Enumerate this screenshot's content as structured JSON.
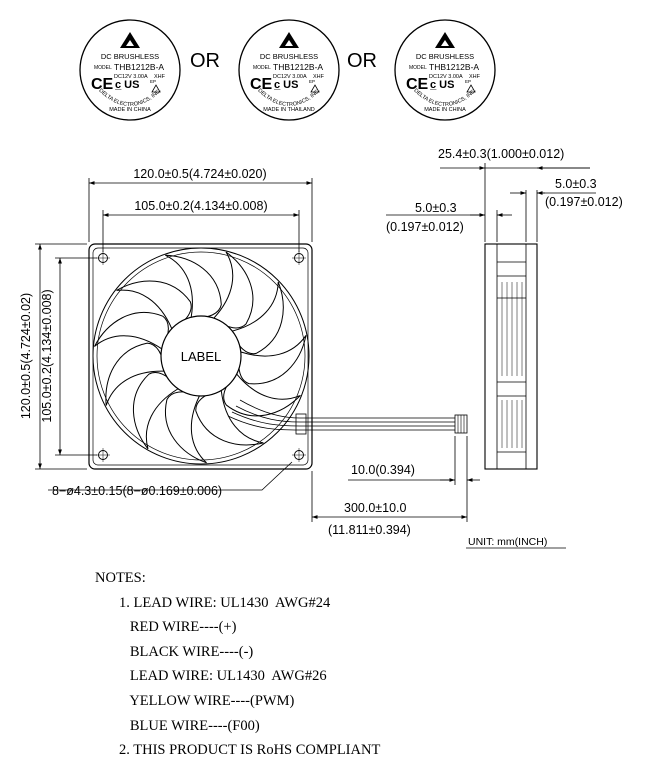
{
  "badges": [
    {
      "brand": "DC BRUSHLESS",
      "model_label": "MODEL",
      "model": "THB1212B-A",
      "rating": "DC12V   3.00A",
      "code": "XHF",
      "ep": "EP",
      "maker": "DELTA ELECTRONICS, INC.",
      "origin": "MADE IN CHINA"
    },
    {
      "brand": "DC BRUSHLESS",
      "model_label": "MODEL",
      "model": "THB1212B-A",
      "rating": "DC12V   3.00A",
      "code": "XHF",
      "ep": "EP",
      "maker": "DELTA ELECTRONICS, INC.",
      "origin": "MADE IN THAILAND"
    },
    {
      "brand": "DC BRUSHLESS",
      "model_label": "MODEL",
      "model": "THB1212B-A",
      "rating": "DC12V   3.00A",
      "code": "XHF",
      "ep": "EP",
      "maker": "DELTA ELECTRONICS, INC.",
      "origin": "MADE IN CHINA"
    }
  ],
  "or_text": "OR",
  "ce_mark": "CE",
  "ul_mark": "c̲ US",
  "fan_label": "LABEL",
  "dims": {
    "width_outer": "120.0±0.5(4.724±0.020)",
    "width_holes": "105.0±0.2(4.134±0.008)",
    "height_outer": "120.0±0.5(4.724±0.02)",
    "height_holes": "105.0±0.2(4.134±0.008)",
    "holes": "8−ø4.3±0.15(8−ø0.169±0.006)",
    "depth": "25.4±0.3(1.000±0.012)",
    "flange_left_mm": "5.0±0.3",
    "flange_left_in": "(0.197±0.012)",
    "flange_right_mm": "5.0±0.3",
    "flange_right_in": "(0.197±0.012)",
    "strip": "10.0(0.394)",
    "wire_mm": "300.0±10.0",
    "wire_in": "(11.811±0.394)"
  },
  "unit": "UNIT:  mm(INCH)",
  "notes": {
    "heading": "NOTES:",
    "lines": [
      "1. LEAD WIRE: UL1430  AWG#24",
      "   RED WIRE----(+)",
      "   BLACK WIRE----(-)",
      "   LEAD WIRE: UL1430  AWG#26",
      "   YELLOW WIRE----(PWM)",
      "   BLUE WIRE----(F00)",
      "2. THIS PRODUCT IS RoHS COMPLIANT"
    ]
  }
}
